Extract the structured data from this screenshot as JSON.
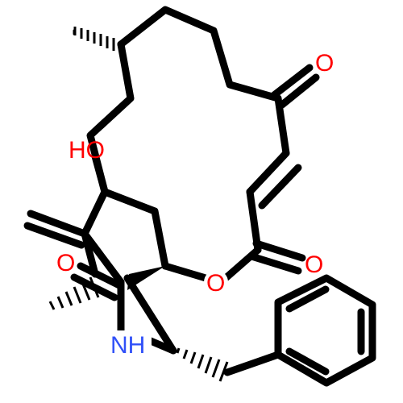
{
  "labels": {
    "o_ketone": "O",
    "o_ester_carbonyl": "O",
    "o_ester": "O",
    "o_lactam": "O",
    "hydroxyl": "HO",
    "amine": "NH"
  },
  "colors": {
    "oxygen": "#ff0000",
    "nitrogen": "#3050f8",
    "carbon_bond": "#000000",
    "background": "#ffffff"
  }
}
